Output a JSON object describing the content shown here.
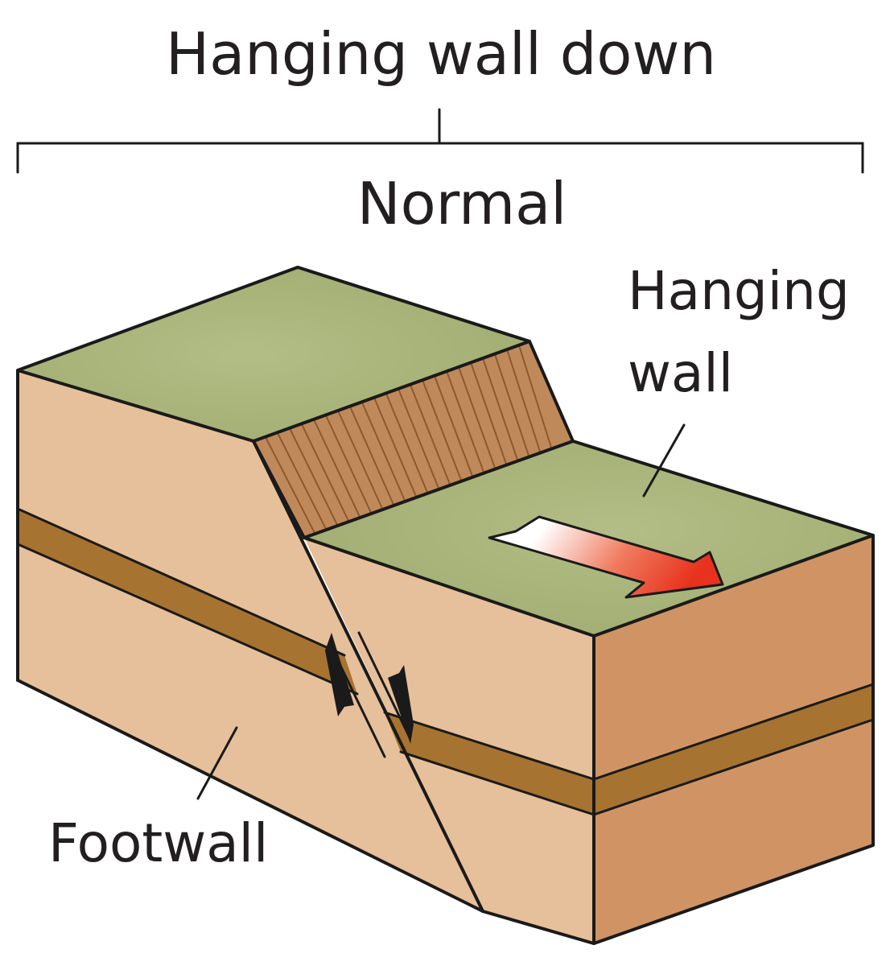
{
  "labels": {
    "top_title": "Hanging wall down",
    "fault_type": "Normal",
    "hanging_wall_line1": "Hanging",
    "hanging_wall_line2": "wall",
    "footwall": "Footwall"
  },
  "icons": {
    "slip_arrow": "red-arrow-icon",
    "relative_motion": "opposing-arrows-icon"
  },
  "colors": {
    "surface_green": "#a8b47a",
    "rock_light": "#e6c09a",
    "rock_dark": "#d09464",
    "layer_brown": "#a67330",
    "scarp_brown": "#c0895a",
    "arrow_red": "#e8321e",
    "ink": "#1a1a1a"
  }
}
